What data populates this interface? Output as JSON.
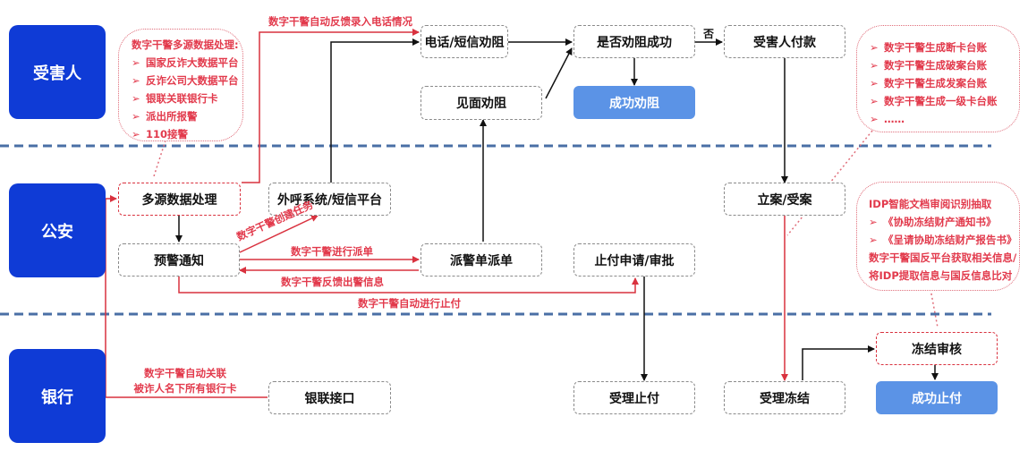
{
  "lanes": {
    "victim": "受害人",
    "police": "公安",
    "bank": "银行"
  },
  "nodes": {
    "phone_sms_dissuade": "电话/短信劝阻",
    "is_dissuade_success": "是否劝阻成功",
    "victim_pays": "受害人付款",
    "face_dissuade": "见面劝阻",
    "dissuade_success": "成功劝阻",
    "multi_source_processing": "多源数据处理",
    "outbound_sms_platform": "外呼系统/短信平台",
    "file_case": "立案/受案",
    "warning_notice": "预警通知",
    "dispatch_order": "派警单派单",
    "stop_payment_apply": "止付申请/审批",
    "unionpay_interface": "银联接口",
    "accept_stop_payment": "受理止付",
    "accept_freeze": "受理冻结",
    "freeze_review": "冻结审核",
    "stop_payment_success": "成功止付"
  },
  "clouds": {
    "multi_source": {
      "title": "数字干警多源数据处理:",
      "bullet": "➢",
      "items": [
        "国家反诈大数据平台",
        "反诈公司大数据平台",
        "银联关联银行卡",
        "派出所报警",
        "110接警"
      ]
    },
    "ledgers": {
      "bullet": "➢",
      "items": [
        "数字干警生成断卡台账",
        "数字干警生成破案台账",
        "数字干警生成发案台账",
        "数字干警生成一级卡台账",
        "……"
      ]
    },
    "idp": {
      "title": "IDP智能文档审阅识别抽取",
      "bullet": "➢",
      "items": [
        "《协助冻结财产通知书》",
        "《呈请协助冻结财产报告书》"
      ],
      "footer": [
        "数字干警国反平台获取相关信息/",
        "将IDP提取信息与国反信息比对"
      ]
    }
  },
  "labels": {
    "auto_feedback_phone": "数字干警自动反馈录入电话情况",
    "no": "否",
    "create_task": "数字干警创建任务",
    "do_dispatch": "数字干警进行派单",
    "feedback_police_info": "数字干警反馈出警信息",
    "auto_stop_payment": "数字干警自动进行止付",
    "auto_link_cards_1": "数字干警自动关联",
    "auto_link_cards_2": "被诈人名下所有银行卡"
  },
  "colors": {
    "lane_blue": "#0f3bd6",
    "accent_red": "#e23a4c",
    "success_blue": "#5b93e6",
    "divider": "#4a6fa5"
  }
}
